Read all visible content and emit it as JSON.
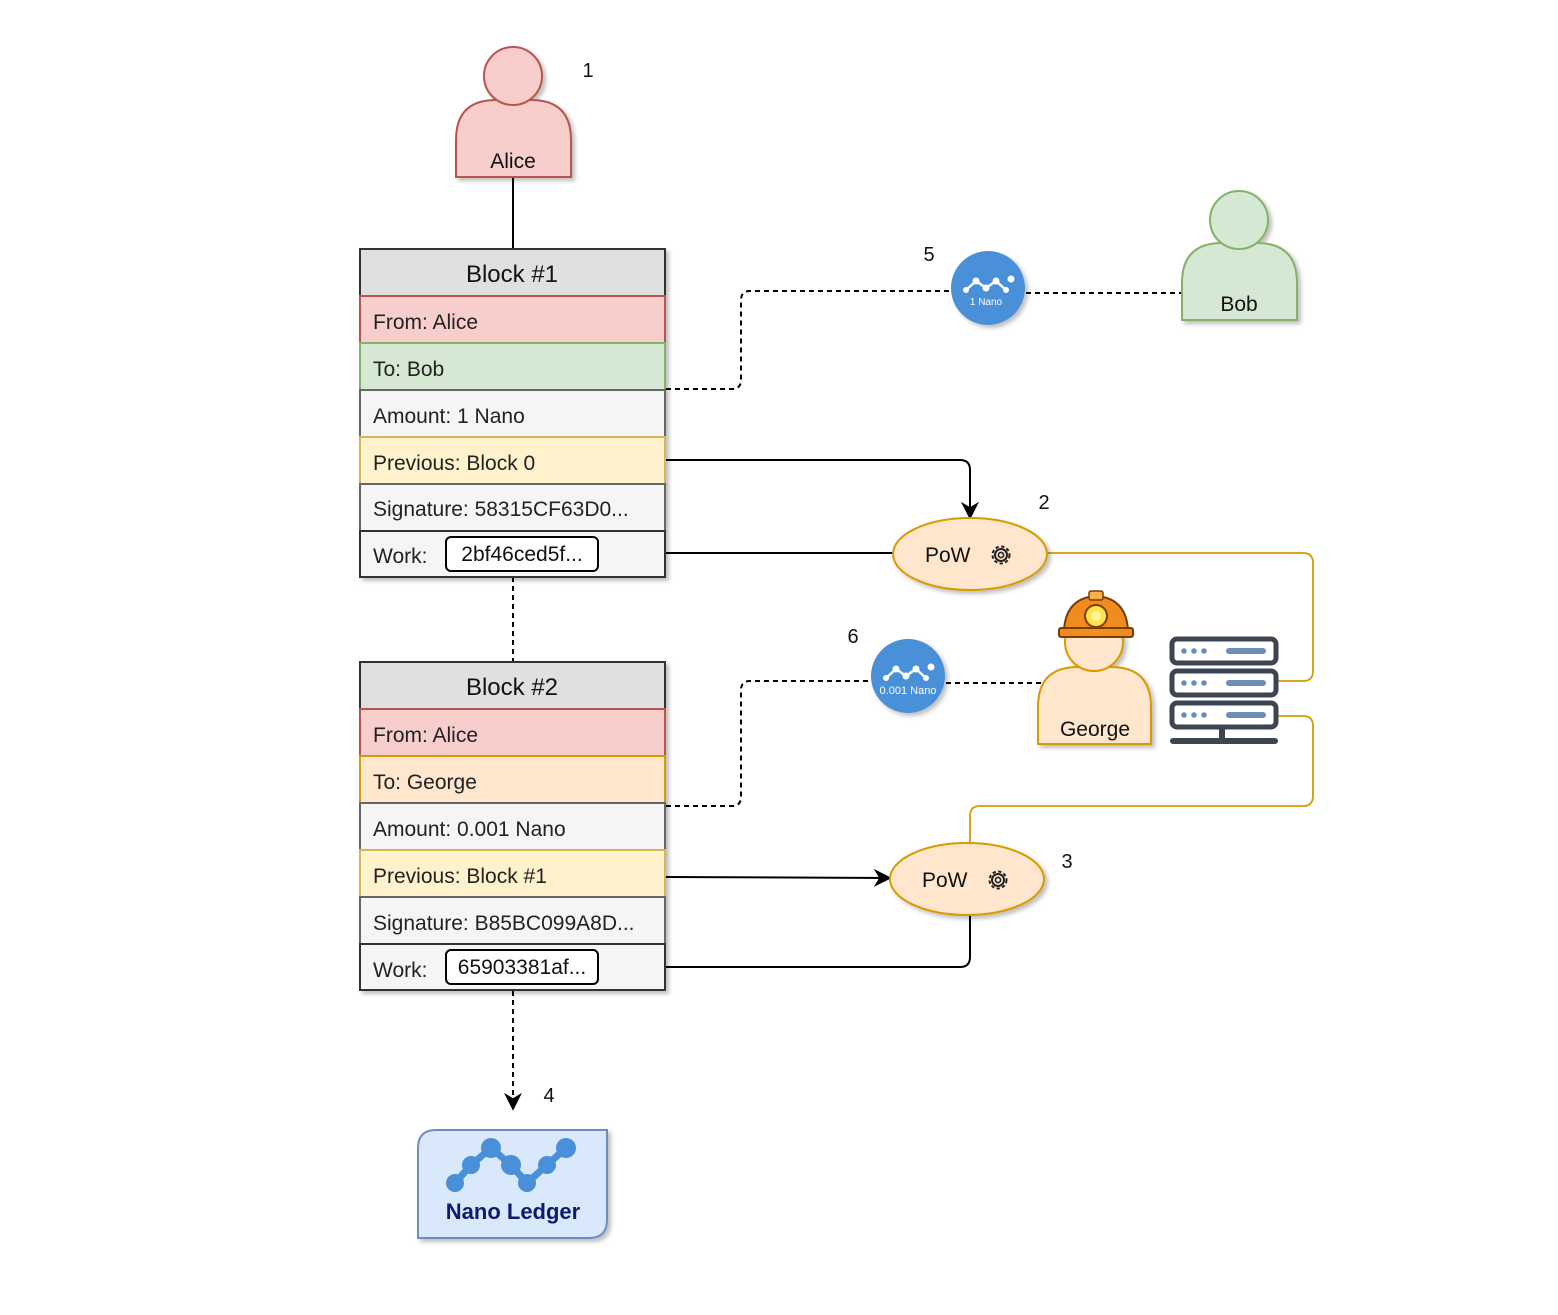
{
  "actors": {
    "alice": "Alice",
    "bob": "Bob",
    "george": "George"
  },
  "blocks": [
    {
      "title": "Block #1",
      "from": "From: Alice",
      "to": "To: Bob",
      "amount": "Amount: 1 Nano",
      "previous": "Previous: Block 0",
      "signature": "Signature: 58315CF63D0...",
      "work_label": "Work:",
      "work_value": "2bf46ced5f..."
    },
    {
      "title": "Block #2",
      "from": "From: Alice",
      "to": "To: George",
      "amount": "Amount: 0.001 Nano",
      "previous": "Previous: Block #1",
      "signature": "Signature: B85BC099A8D...",
      "work_label": "Work:",
      "work_value": "65903381af..."
    }
  ],
  "pow": {
    "label": "PoW"
  },
  "coins": {
    "coin1": "1 Nano",
    "coin2": "0.001 Nano"
  },
  "ledger": {
    "label": "Nano Ledger"
  },
  "steps": [
    "1",
    "2",
    "3",
    "4",
    "5",
    "6"
  ],
  "colors": {
    "from_fill": "#f8cecc",
    "from_stroke": "#b85450",
    "to_bob_fill": "#d5e8d4",
    "to_bob_stroke": "#82b366",
    "to_george_fill": "#ffe6cc",
    "to_george_stroke": "#d79b00",
    "previous_fill": "#fff2cc",
    "previous_stroke": "#d6b656",
    "header_fill": "#e0e0e0",
    "neutral_fill": "#f5f5f5",
    "pow_fill": "#ffe6cc",
    "pow_stroke": "#d79b00",
    "coin_fill": "#4a90d9",
    "ledger_fill": "#dae8fc",
    "ledger_stroke": "#6c8ebf",
    "ledger_text": "#0d1b6e",
    "server": "#3c4650",
    "helmet": "#f08c1e"
  },
  "icons": {
    "gear": "gear-icon",
    "nano_logo": "nano-logo-icon",
    "server": "server-rack-icon",
    "helmet": "miner-helmet-icon",
    "person": "person-icon"
  }
}
